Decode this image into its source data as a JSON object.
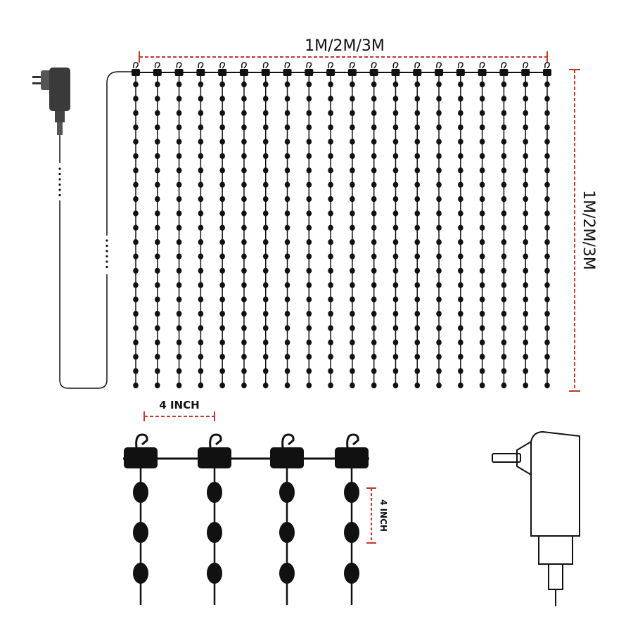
{
  "dimensions": {
    "width_label": "1M/2M/3M",
    "height_label": "1M/2M/3M",
    "spacing_horizontal_label": "4 INCH",
    "spacing_vertical_label": "4 INCH"
  },
  "colors": {
    "dimension_line": "#c0392b",
    "line_ink": "#111111",
    "adapter_body": "#333333"
  },
  "icons": {
    "adapter_top": "power-adapter-icon",
    "adapter_detail": "wall-plug-outline-icon",
    "hook": "hook-icon"
  }
}
